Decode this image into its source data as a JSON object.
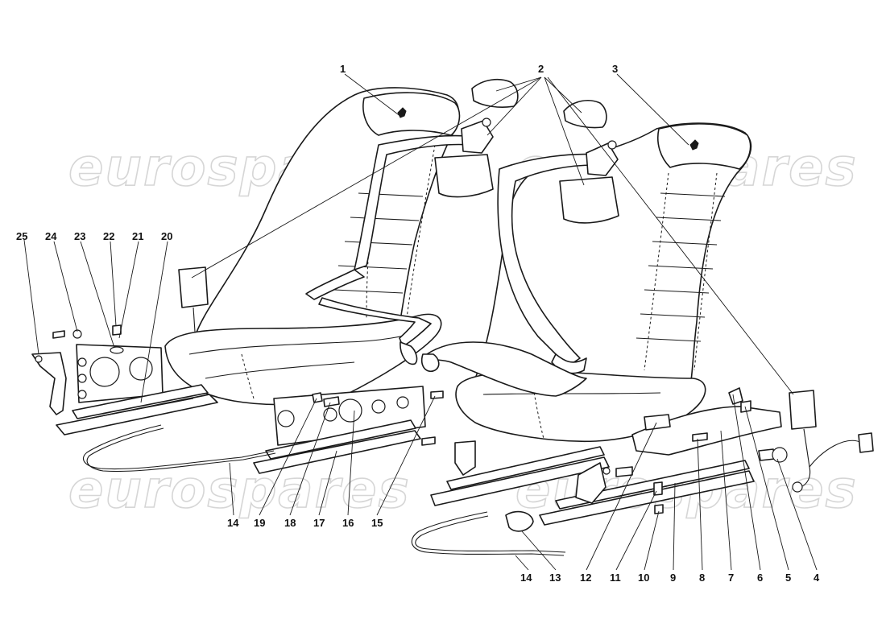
{
  "watermark": "eurospares",
  "callouts": [
    {
      "id": "1",
      "label": "1"
    },
    {
      "id": "2",
      "label": "2"
    },
    {
      "id": "3",
      "label": "3"
    },
    {
      "id": "4",
      "label": "4"
    },
    {
      "id": "5",
      "label": "5"
    },
    {
      "id": "6",
      "label": "6"
    },
    {
      "id": "7",
      "label": "7"
    },
    {
      "id": "8",
      "label": "8"
    },
    {
      "id": "9",
      "label": "9"
    },
    {
      "id": "10",
      "label": "10"
    },
    {
      "id": "11",
      "label": "11"
    },
    {
      "id": "12",
      "label": "12"
    },
    {
      "id": "13",
      "label": "13"
    },
    {
      "id": "14a",
      "label": "14"
    },
    {
      "id": "14b",
      "label": "14"
    },
    {
      "id": "15",
      "label": "15"
    },
    {
      "id": "16",
      "label": "16"
    },
    {
      "id": "17",
      "label": "17"
    },
    {
      "id": "18",
      "label": "18"
    },
    {
      "id": "19",
      "label": "19"
    },
    {
      "id": "20",
      "label": "20"
    },
    {
      "id": "21",
      "label": "21"
    },
    {
      "id": "22",
      "label": "22"
    },
    {
      "id": "23",
      "label": "23"
    },
    {
      "id": "24",
      "label": "24"
    },
    {
      "id": "25",
      "label": "25"
    }
  ],
  "colors": {
    "line": "#1a1a1a",
    "watermark": "#d6d6d6",
    "background": "#ffffff"
  }
}
